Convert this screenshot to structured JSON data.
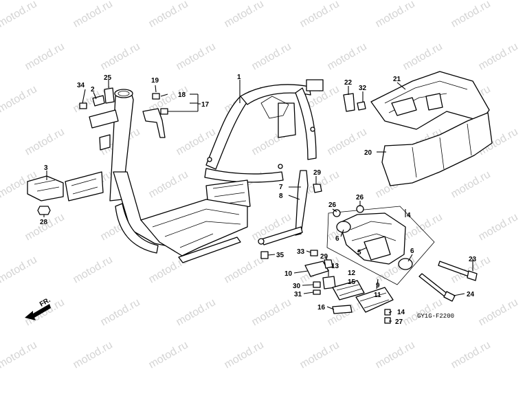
{
  "watermark": {
    "text": "motod.ru"
  },
  "diagram_code": "GY1G-F2200",
  "direction_label": "FR.",
  "callouts": {
    "c1": "1",
    "c2": "2",
    "c3": "3",
    "c4": "4",
    "c5": "5",
    "c6a": "6",
    "c6b": "6",
    "c7": "7",
    "c8": "8",
    "c9": "9",
    "c10": "10",
    "c11": "11",
    "c12": "12",
    "c13": "13",
    "c14": "14",
    "c15": "15",
    "c16": "16",
    "c17": "17",
    "c18": "18",
    "c19": "19",
    "c20": "20",
    "c21": "21",
    "c22": "22",
    "c23": "23",
    "c24": "24",
    "c25": "25",
    "c26a": "26",
    "c26b": "26",
    "c27": "27",
    "c28": "28",
    "c29a": "29",
    "c29b": "29",
    "c30": "30",
    "c31": "31",
    "c32": "32",
    "c33": "33",
    "c34": "34",
    "c35": "35"
  }
}
